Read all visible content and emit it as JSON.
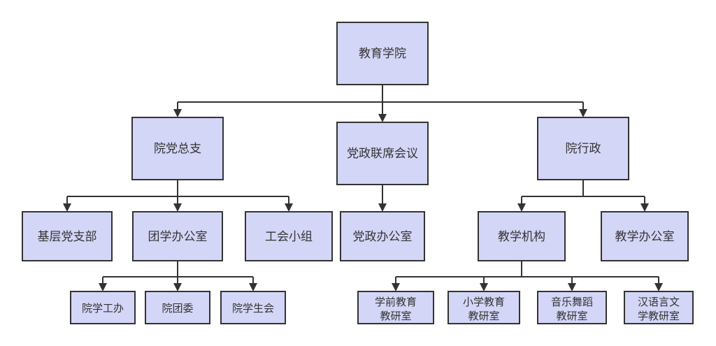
{
  "nodes": {
    "root": "教育学院",
    "party_branch": "院党总支",
    "joint_meeting": "党政联席会议",
    "admin": "院行政",
    "grassroots_branch": "基层党支部",
    "league_office": "团学办公室",
    "union_group": "工会小组",
    "party_admin_office": "党政办公室",
    "teaching_institute": "教学机构",
    "teaching_office": "教学办公室",
    "student_affairs": "院学工办",
    "youth_league": "院团委",
    "student_union": "院学生会",
    "preschool_line1": "学前教育",
    "preschool_line2": "教研室",
    "primary_line1": "小学教育",
    "primary_line2": "教研室",
    "music_line1": "音乐舞蹈",
    "music_line2": "教研室",
    "chinese_line1": "汉语言文",
    "chinese_line2": "学教研室"
  },
  "colors": {
    "node_fill": "#d4d6f7",
    "node_border": "#333333",
    "edge": "#333333",
    "text": "#333333"
  }
}
